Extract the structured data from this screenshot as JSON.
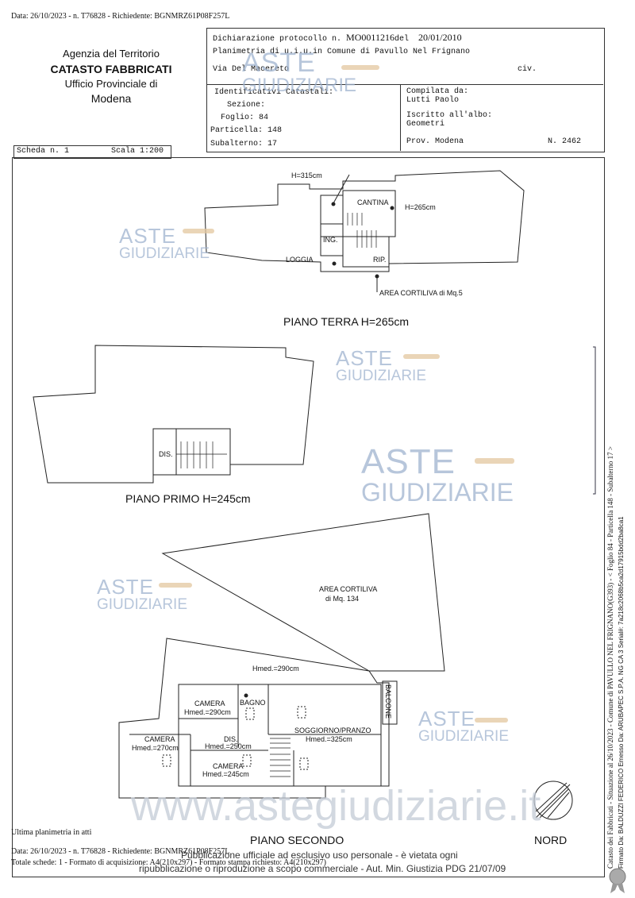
{
  "top_line": "Data: 26/10/2023 - n. T76828 - Richiedente: BGNMRZ61P08F257L",
  "agency": {
    "line1": "Agenzia del Territorio",
    "line2": "CATASTO FABBRICATI",
    "line3": "Ufficio Provinciale di",
    "line4": "Modena"
  },
  "header": {
    "dichiarazione_label": "Dichiarazione protocollo n.",
    "protocollo": "MO0011216",
    "del_label": "del",
    "date": "20/01/2010",
    "planimetria": "Planimetria di u.i.u.in Comune di Pavullo Nel Frignano",
    "via": "Via Del Macereto",
    "civ": "civ.",
    "identificativi": "Identificativi Catastali:",
    "sezione": "Sezione:",
    "foglio": "Foglio: 84",
    "particella": "Particella: 148",
    "subalterno": "Subalterno: 17",
    "compilata": "Compilata da:",
    "compilatore": "Lutti Paolo",
    "iscritto": "Iscritto all'albo:",
    "albo": "Geometri",
    "prov": "Prov. Modena",
    "numero": "N.  2462"
  },
  "scheda": "Scheda n. 1",
  "scala": "Scala 1:200",
  "floors": {
    "terra": {
      "title": "PIANO TERRA H=265cm",
      "labels": [
        "H=315cm",
        "CANTINA",
        "H=265cm",
        "ING.",
        "LOGGIA",
        "RIP.",
        "AREA CORTILIVA di Mq.5"
      ]
    },
    "primo": {
      "title": "PIANO PRIMO H=245cm",
      "labels": [
        "DIS."
      ]
    },
    "secondo": {
      "title": "PIANO SECONDO",
      "labels": [
        "AREA CORTILIVA",
        "di Mq. 134",
        "Hmed.=290cm",
        "CAMERA",
        "Hmed.=290cm",
        "BAGNO",
        "BALCONE",
        "SOGGIORNO/PRANZO",
        "Hmed.=325cm",
        "CAMERA",
        "Hmed.=270cm",
        "DIS.",
        "Hmed.=250cm",
        "CAMERA",
        "Hmed.=245cm"
      ]
    }
  },
  "nord": "NORD",
  "ultima": "Ultima planimetria in atti",
  "footer": {
    "line1": "Data: 26/10/2023 - n. T76828 - Richiedente: BGNMRZ61P08F257L",
    "line2": "Totale schede: 1 - Formato di acquisizione: A4(210x297) - Formato stampa richiesto: A4(210x297)",
    "pub1": "Pubblicazione ufficiale ad esclusivo uso personale - è vietata ogni",
    "pub2": "ripubblicazione o riproduzione a scopo commerciale - Aut. Min. Giustizia PDG 21/07/09"
  },
  "side": {
    "line1": "Catasto dei Fabbricati - Situazione al 26/10/2023 - Comune di PAVULLO NEL FRIGNANO(G393) - < Foglio 84 - Particella 148 - Subalterno 17 >",
    "line2": "Firmato Da: BALDUZZI FEDERICO Emesso Da: ARUBAPEC S.P.A. NG CA 3 Serial#: 7a218c2068b5ca2d17915bdd2ba8ca1"
  },
  "watermark": {
    "aste": "ASTE",
    "giudiziarie": "GIUDIZIARIE",
    "site": "www.astegiudiziarie.it"
  }
}
